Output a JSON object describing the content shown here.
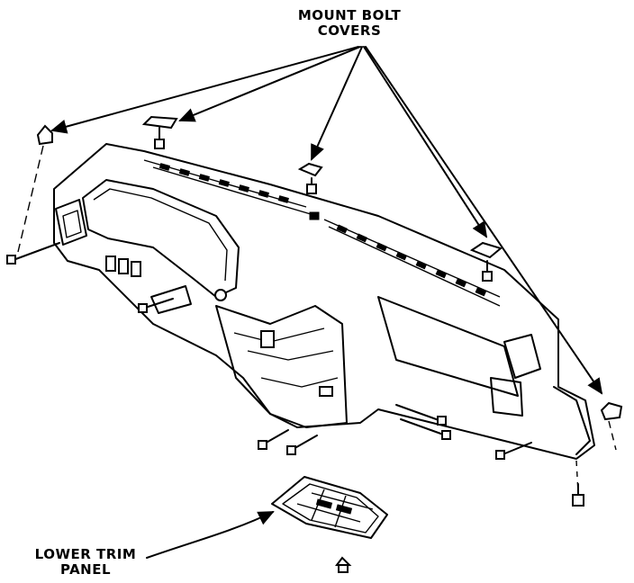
{
  "callouts": {
    "mount_bolt_covers": [
      "MOUNT BOLT",
      "COVERS"
    ],
    "lower_trim_panel": [
      "LOWER TRIM",
      "PANEL"
    ]
  },
  "colors": {
    "ink": "#000000",
    "paper": "#ffffff"
  }
}
